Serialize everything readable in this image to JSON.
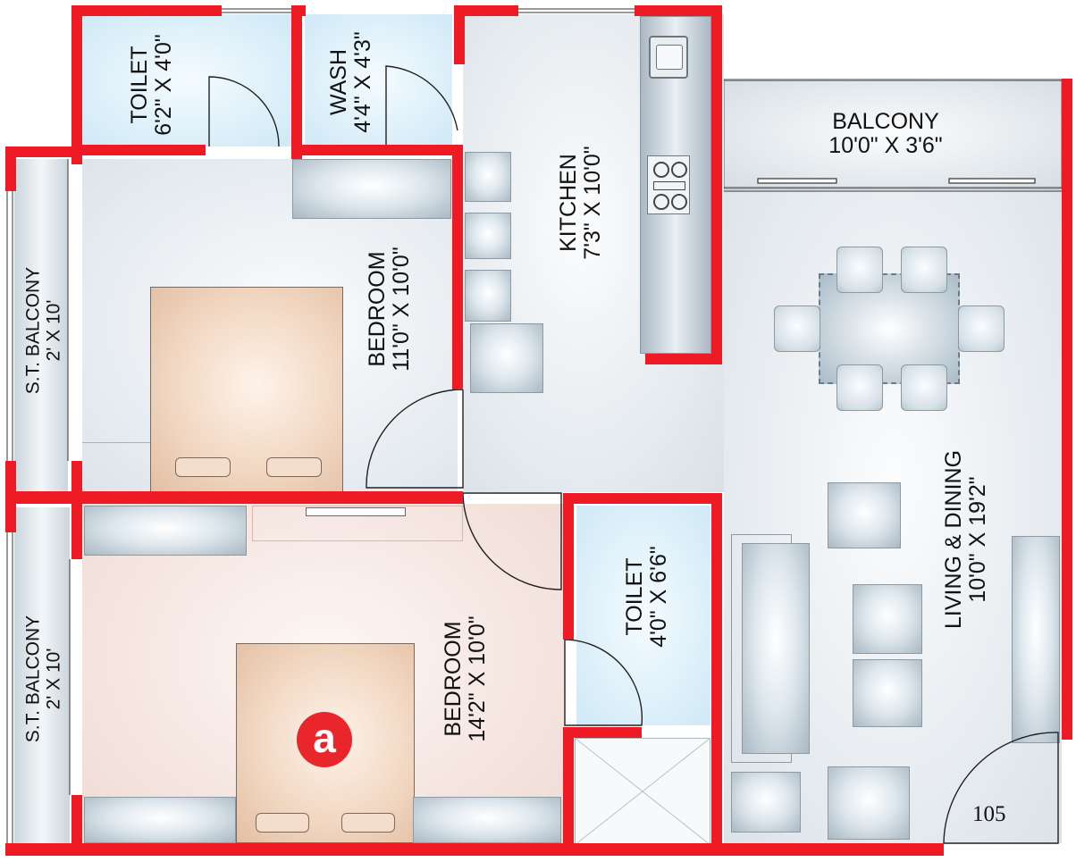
{
  "rooms": {
    "toilet_top": {
      "name": "TOILET",
      "size": "6'2\" X 4'0\""
    },
    "wash": {
      "name": "WASH",
      "size": "4'4\" X 4'3\""
    },
    "kitchen": {
      "name": "KITCHEN",
      "size": "7'3\" X 10'0\""
    },
    "balcony": {
      "name": "BALCONY",
      "size": "10'0\" X 3'6\""
    },
    "bedroom_top": {
      "name": "BEDROOM",
      "size": "11'0\" X 10'0\""
    },
    "st_balcony_top": {
      "name": "S.T. BALCONY",
      "size": "2' X 10'"
    },
    "st_balcony_bottom": {
      "name": "S.T. BALCONY",
      "size": "2' X 10'"
    },
    "bedroom_bottom": {
      "name": "BEDROOM",
      "size": "14'2\" X 10'0\""
    },
    "toilet_mid": {
      "name": "TOILET",
      "size": "4'0\" X 6'6\""
    },
    "living_dining": {
      "name": "LIVING & DINING",
      "size": "10'0\" X 19'2\""
    }
  },
  "unit_number": "105",
  "logo": {
    "glyph": "a",
    "name": "brand-logo-icon"
  },
  "colors": {
    "wall": "#ee1b24",
    "logo": "#e9262b",
    "floor": "#e9eef2",
    "bedroom_floor": "#f6e6e0"
  }
}
